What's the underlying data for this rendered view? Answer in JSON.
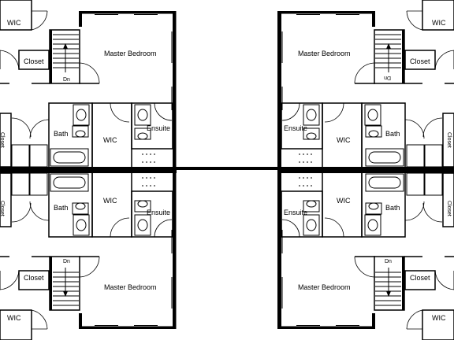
{
  "rooms": {
    "master_bedroom": "Master Bedroom",
    "wic": "WIC",
    "closet": "Closet",
    "bath": "Bath",
    "ensuite": "Ensuite"
  },
  "stairs": {
    "down_label": "Dn"
  }
}
